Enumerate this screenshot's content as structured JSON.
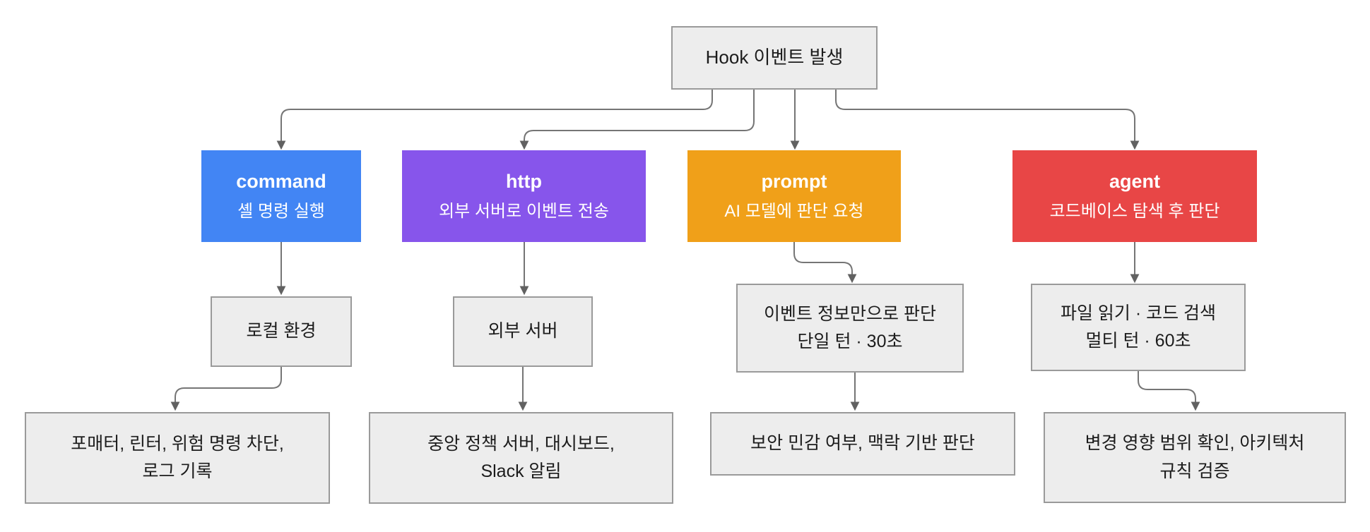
{
  "diagram": {
    "root": {
      "label": "Hook 이벤트 발생"
    },
    "branches": [
      {
        "id": "command",
        "color": "#4285f4",
        "title": "command",
        "subtitle": "셸 명령 실행",
        "middle": {
          "lines": [
            "로컬 환경"
          ]
        },
        "bottom": {
          "lines": [
            "포매터, 린터, 위험 명령 차단,",
            "로그 기록"
          ]
        }
      },
      {
        "id": "http",
        "color": "#8755eb",
        "title": "http",
        "subtitle": "외부 서버로 이벤트 전송",
        "middle": {
          "lines": [
            "외부 서버"
          ]
        },
        "bottom": {
          "lines": [
            "중앙 정책 서버, 대시보드,",
            "Slack 알림"
          ]
        }
      },
      {
        "id": "prompt",
        "color": "#f0a019",
        "title": "prompt",
        "subtitle": "AI 모델에 판단 요청",
        "middle": {
          "lines": [
            "이벤트 정보만으로 판단",
            "단일 턴 · 30초"
          ]
        },
        "bottom": {
          "lines": [
            "보안 민감 여부, 맥락 기반 판단"
          ]
        }
      },
      {
        "id": "agent",
        "color": "#e84646",
        "title": "agent",
        "subtitle": "코드베이스 탐색 후 판단",
        "middle": {
          "lines": [
            "파일 읽기 · 코드 검색",
            "멀티 턴 · 60초"
          ]
        },
        "bottom": {
          "lines": [
            "변경 영향 범위 확인, 아키텍처",
            "규칙 검증"
          ]
        }
      }
    ],
    "colors": {
      "edge": "#757575",
      "arrowhead": "#616161",
      "gray_node_fill": "#ededed",
      "gray_node_border": "#9a9a9a"
    }
  }
}
